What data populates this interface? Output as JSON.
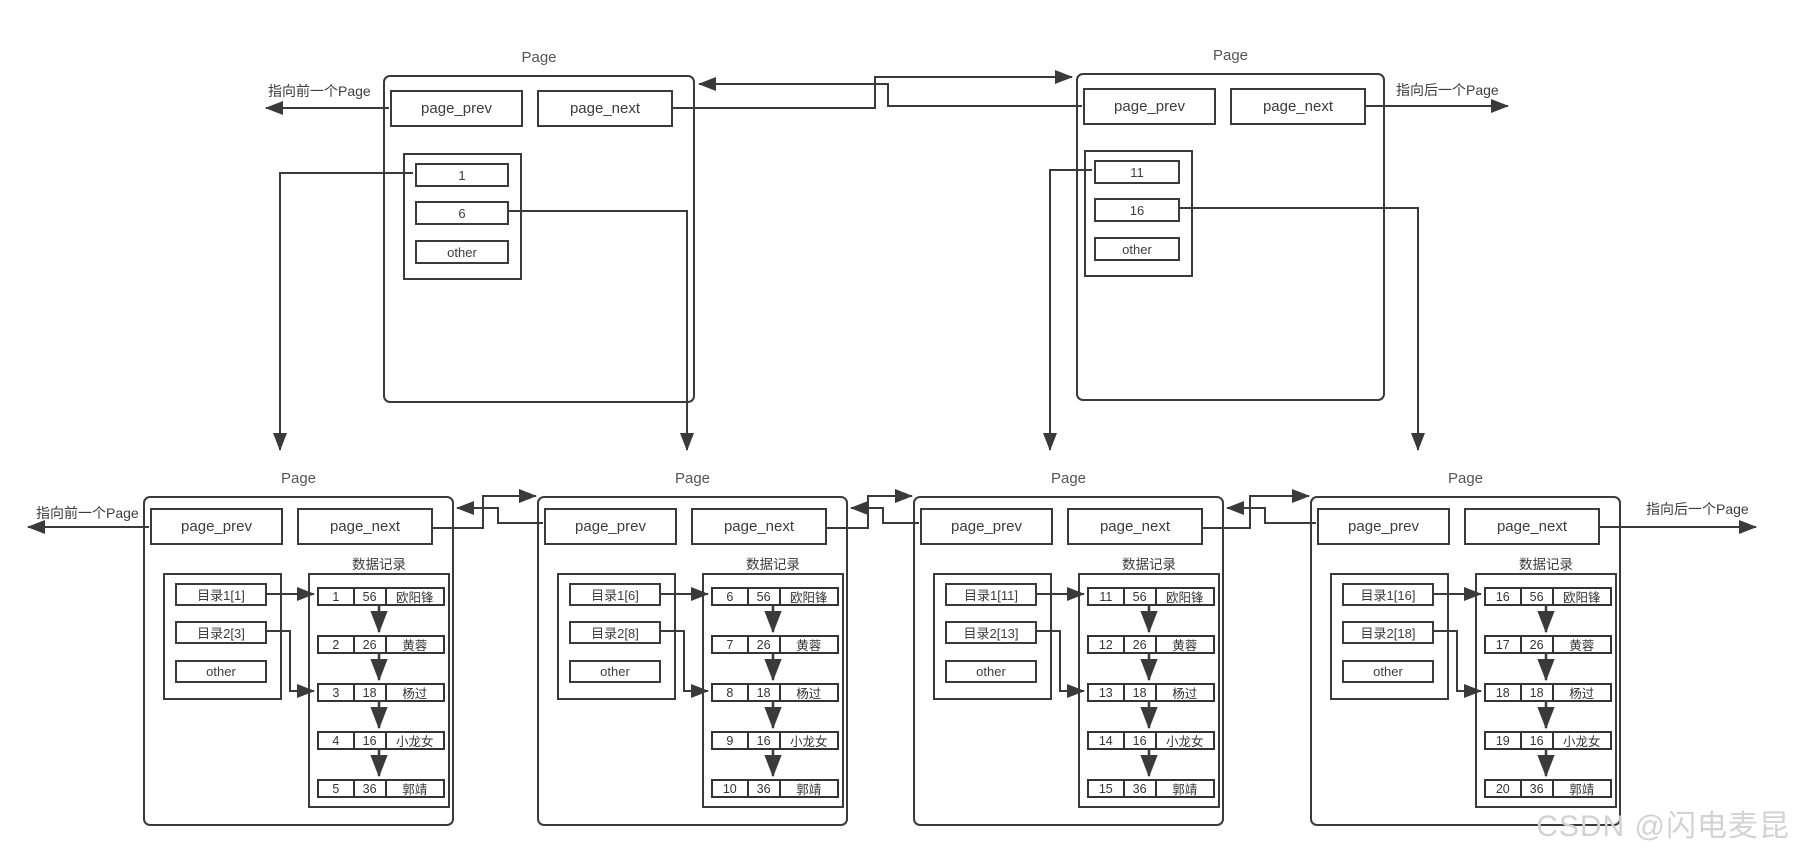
{
  "watermark": "CSDN @闪电麦昆",
  "pointer_labels": {
    "top_prev": "指向前一个Page",
    "top_next": "指向后一个Page",
    "bottom_prev": "指向前一个Page",
    "bottom_next": "指向后一个Page"
  },
  "top_pages": [
    {
      "title": "Page",
      "page_prev": "page_prev",
      "page_next": "page_next",
      "index_entries": [
        "1",
        "6",
        "other"
      ]
    },
    {
      "title": "Page",
      "page_prev": "page_prev",
      "page_next": "page_next",
      "index_entries": [
        "11",
        "16",
        "other"
      ]
    }
  ],
  "bottom_pages": [
    {
      "title": "Page",
      "page_prev": "page_prev",
      "page_next": "page_next",
      "records_label": "数据记录",
      "directory": [
        "目录1[1]",
        "目录2[3]",
        "other"
      ],
      "records": [
        [
          "1",
          "56",
          "欧阳锋"
        ],
        [
          "2",
          "26",
          "黄蓉"
        ],
        [
          "3",
          "18",
          "杨过"
        ],
        [
          "4",
          "16",
          "小龙女"
        ],
        [
          "5",
          "36",
          "郭靖"
        ]
      ]
    },
    {
      "title": "Page",
      "page_prev": "page_prev",
      "page_next": "page_next",
      "records_label": "数据记录",
      "directory": [
        "目录1[6]",
        "目录2[8]",
        "other"
      ],
      "records": [
        [
          "6",
          "56",
          "欧阳锋"
        ],
        [
          "7",
          "26",
          "黄蓉"
        ],
        [
          "8",
          "18",
          "杨过"
        ],
        [
          "9",
          "16",
          "小龙女"
        ],
        [
          "10",
          "36",
          "郭靖"
        ]
      ]
    },
    {
      "title": "Page",
      "page_prev": "page_prev",
      "page_next": "page_next",
      "records_label": "数据记录",
      "directory": [
        "目录1[11]",
        "目录2[13]",
        "other"
      ],
      "records": [
        [
          "11",
          "56",
          "欧阳锋"
        ],
        [
          "12",
          "26",
          "黄蓉"
        ],
        [
          "13",
          "18",
          "杨过"
        ],
        [
          "14",
          "16",
          "小龙女"
        ],
        [
          "15",
          "36",
          "郭靖"
        ]
      ]
    },
    {
      "title": "Page",
      "page_prev": "page_prev",
      "page_next": "page_next",
      "records_label": "数据记录",
      "directory": [
        "目录1[16]",
        "目录2[18]",
        "other"
      ],
      "records": [
        [
          "16",
          "56",
          "欧阳锋"
        ],
        [
          "17",
          "26",
          "黄蓉"
        ],
        [
          "18",
          "18",
          "杨过"
        ],
        [
          "19",
          "16",
          "小龙女"
        ],
        [
          "20",
          "36",
          "郭靖"
        ]
      ]
    }
  ]
}
